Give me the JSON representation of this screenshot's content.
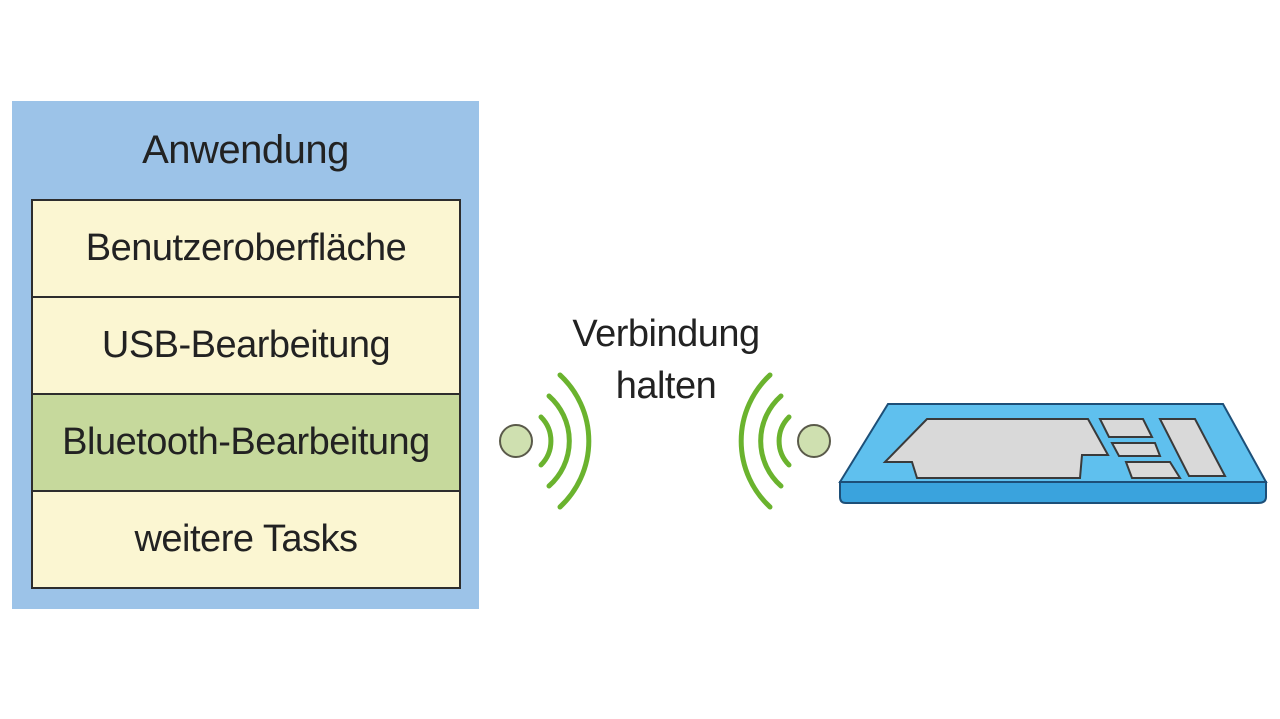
{
  "app_stack": {
    "title": "Anwendung",
    "title_bar_color": "#9cc3e8",
    "layers": [
      {
        "label": "Benutzeroberfläche",
        "color": "#fbf6d2"
      },
      {
        "label": "USB-Bearbeitung",
        "color": "#fbf6d2"
      },
      {
        "label": "Bluetooth-Bearbeitung",
        "color": "#c6d99c"
      },
      {
        "label": "weitere Tasks",
        "color": "#fbf6d2"
      }
    ]
  },
  "connection": {
    "label_line1": "Verbindung",
    "label_line2": "halten",
    "signal_color": "#6ab32e",
    "node_color": "#cfe0b0"
  },
  "keyboard": {
    "icon": "keyboard-icon",
    "body_color": "#4fb7e8",
    "key_color": "#d9d9d9"
  }
}
